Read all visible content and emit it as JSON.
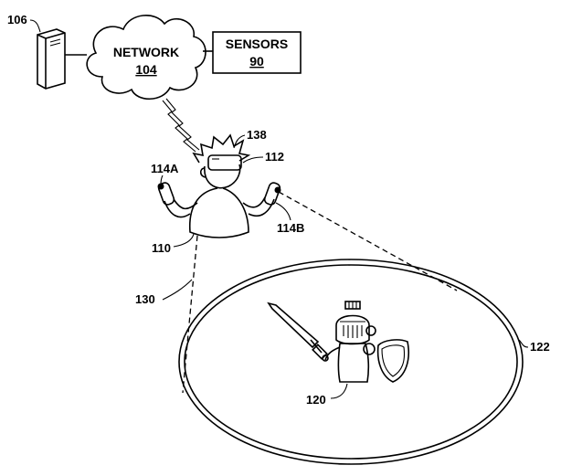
{
  "labels": {
    "server": "106",
    "network_title": "NETWORK",
    "network_num": "104",
    "sensors_title": "SENSORS",
    "sensors_num": "90",
    "hmd": "138",
    "headset": "112",
    "controller_left": "114A",
    "controller_right": "114B",
    "user": "110",
    "fov": "130",
    "scene": "122",
    "avatar": "120"
  }
}
